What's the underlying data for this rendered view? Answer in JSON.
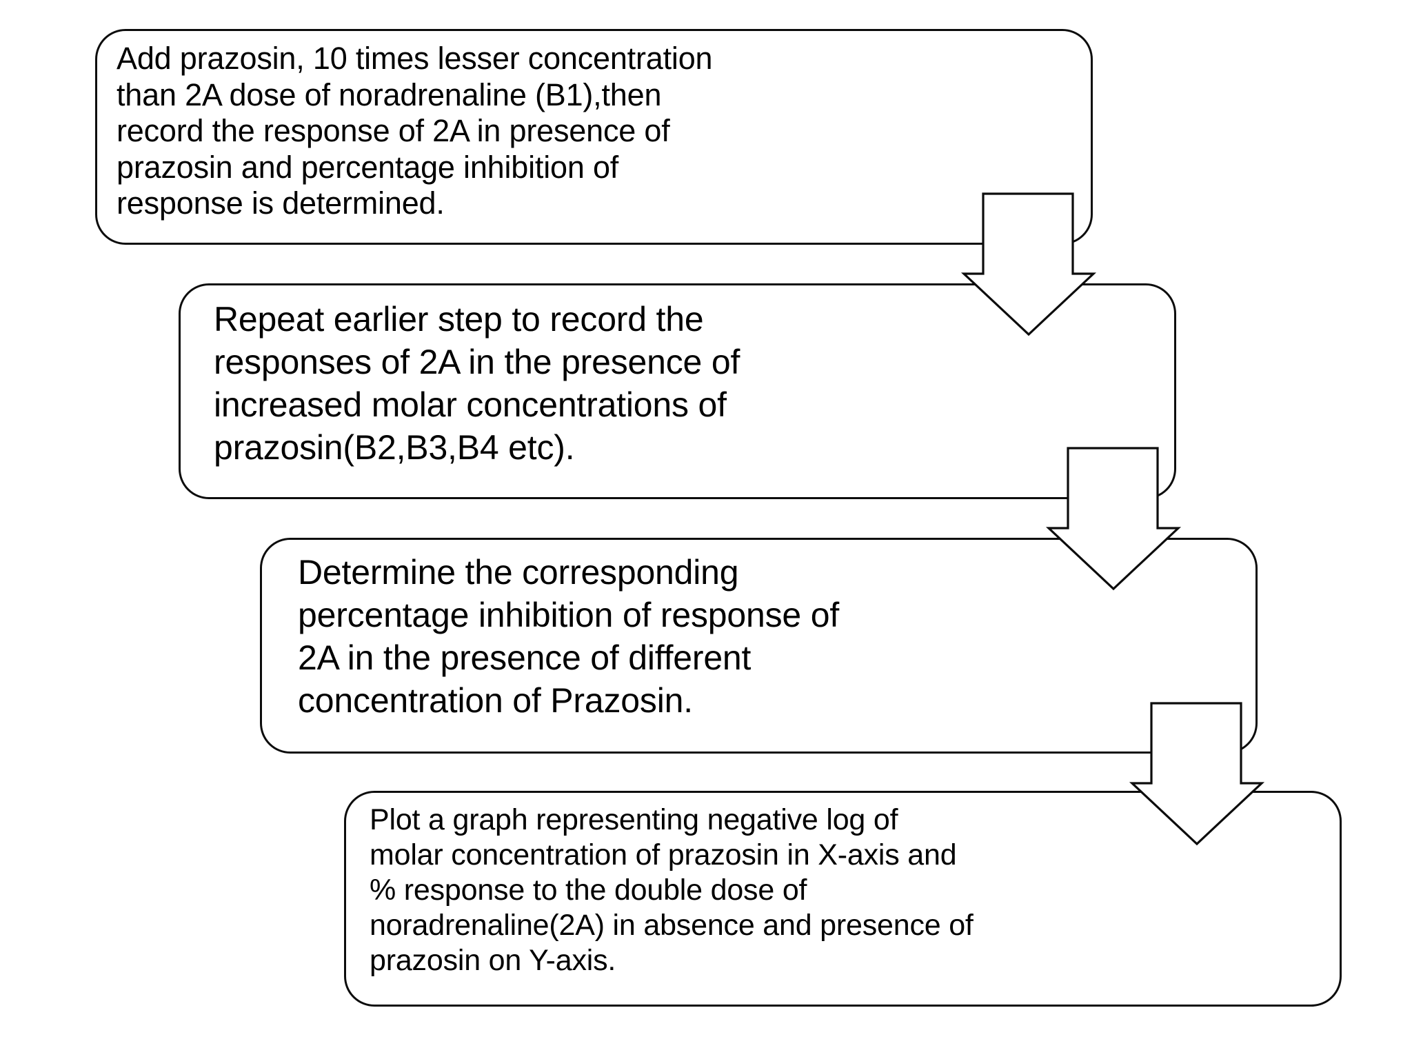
{
  "diagram": {
    "title": "Prazosin antagonism experiment procedure flowchart",
    "background_color": "#ffffff",
    "line_color": "#0c0c0c",
    "steps": [
      {
        "id": "step-1",
        "order": 1,
        "text": "Add prazosin, 10 times lesser concentration\nthan 2A dose of noradrenaline (B1),then\nrecord the response of 2A in presence of\nprazosin and percentage inhibition of\nresponse is determined."
      },
      {
        "id": "step-2",
        "order": 2,
        "text": "Repeat earlier step to record the\nresponses of 2A in the presence of\nincreased molar concentrations of\nprazosin(B2,B3,B4 etc)."
      },
      {
        "id": "step-3",
        "order": 3,
        "text": "Determine the corresponding\npercentage inhibition of response of\n2A in the presence of different\nconcentration of Prazosin."
      },
      {
        "id": "step-4",
        "order": 4,
        "text": "Plot a graph representing negative log of\nmolar concentration of prazosin in X-axis and\n% response to the double dose of\nnoradrenaline(2A) in absence and presence of\nprazosin on Y-axis."
      }
    ],
    "connectors": [
      {
        "id": "connector-1",
        "from": "step-1",
        "to": "step-2",
        "shape": "down-arrow"
      },
      {
        "id": "connector-2",
        "from": "step-2",
        "to": "step-3",
        "shape": "down-arrow"
      },
      {
        "id": "connector-3",
        "from": "step-3",
        "to": "step-4",
        "shape": "down-arrow"
      }
    ]
  }
}
